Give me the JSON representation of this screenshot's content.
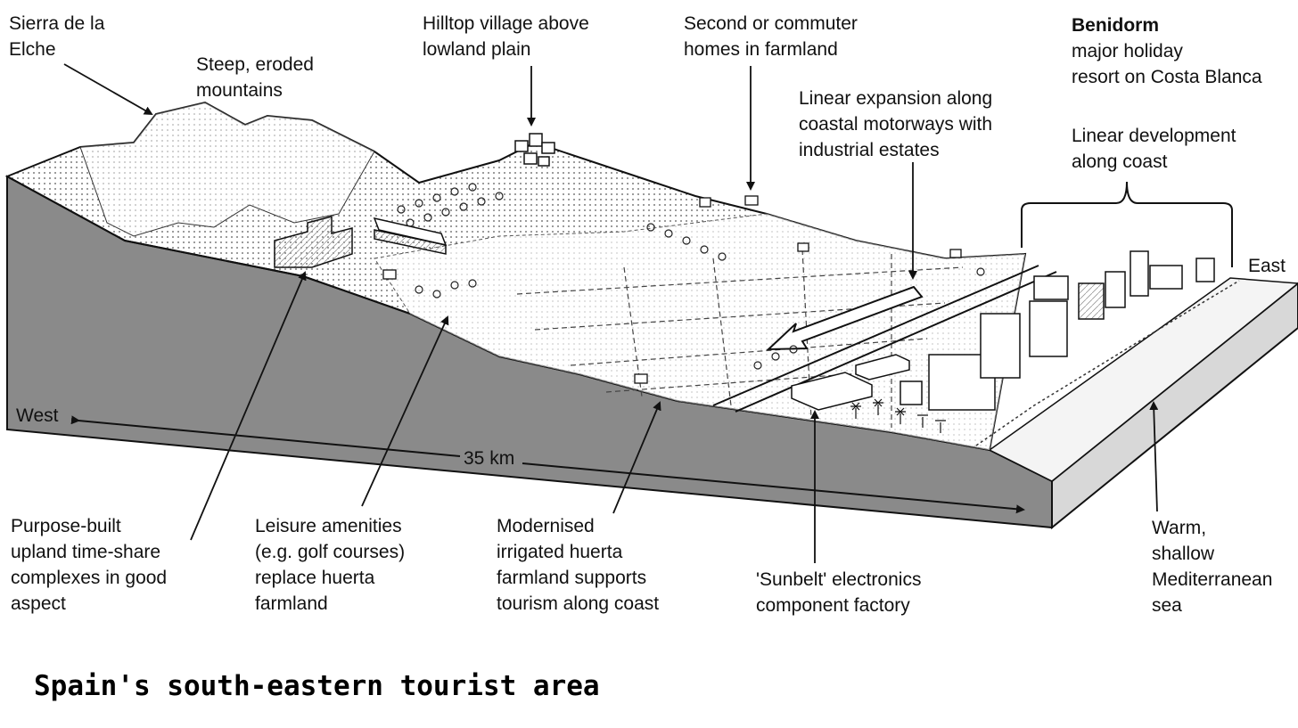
{
  "title": "Spain's south-eastern tourist area",
  "labels": {
    "sierra": [
      "Sierra de la",
      "Elche"
    ],
    "steep": [
      "Steep, eroded",
      "mountains"
    ],
    "hilltop": [
      "Hilltop village above",
      "lowland plain"
    ],
    "second_homes": [
      "Second or commuter",
      "homes in farmland"
    ],
    "benidorm_title": "Benidorm",
    "benidorm_desc": [
      "major holiday",
      "resort on Costa Blanca"
    ],
    "linear_expansion": [
      "Linear expansion along",
      "coastal motorways with",
      "industrial estates"
    ],
    "linear_coast": [
      "Linear development",
      "along coast"
    ],
    "east": "East",
    "west": "West",
    "distance": "35 km",
    "timeshare": [
      "Purpose-built",
      "upland time-share",
      "complexes in good",
      "aspect"
    ],
    "leisure": [
      "Leisure amenities",
      "(e.g. golf courses)",
      "replace huerta",
      "farmland"
    ],
    "huerta": [
      "Modernised",
      "irrigated huerta",
      "farmland supports",
      "tourism along coast"
    ],
    "sunbelt": [
      "'Sunbelt' electronics",
      "component factory"
    ],
    "sea": [
      "Warm,",
      "shallow",
      "Mediterranean",
      "sea"
    ]
  },
  "colors": {
    "block_side": "#8a8a8a",
    "block_dark": "#6e6e6e",
    "ink": "#111111",
    "sea_top": "#f4f4f4"
  }
}
